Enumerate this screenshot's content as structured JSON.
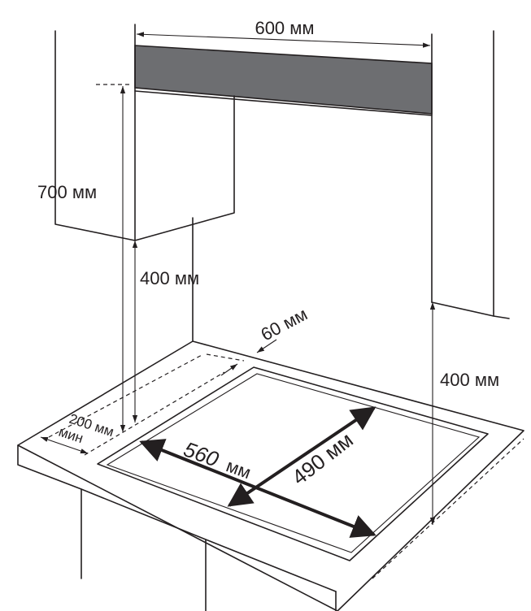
{
  "colors": {
    "stroke": "#231f20",
    "hood_fill": "#6d6e71",
    "background": "#ffffff"
  },
  "dimensions": {
    "hood_width": "600 мм",
    "cabinet_height": "700 мм",
    "hood_clearance_left": "400 мм",
    "hood_clearance_right": "400 мм",
    "rear_gap": "60 мм",
    "side_gap_value": "200 мм",
    "side_gap_note": "мин",
    "cutout_width_value": "560",
    "cutout_width_unit": "мм",
    "cutout_depth": "490 мм"
  }
}
